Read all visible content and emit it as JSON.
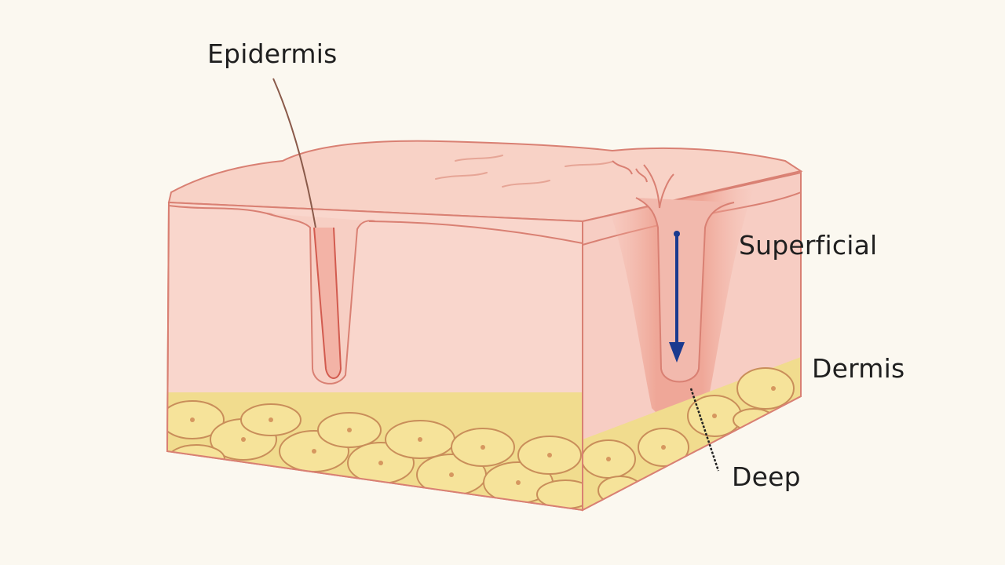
{
  "diagram": {
    "labels": {
      "epidermis": "Epidermis",
      "superficial": "Superficial",
      "dermis": "Dermis",
      "deep": "Deep"
    },
    "colors": {
      "background": "#fbf8f0",
      "skin_front": "#f9d6cc",
      "skin_side": "#f7cdc3",
      "skin_top": "#f8d2c6",
      "outline": "#d98073",
      "wound_red": "#e9907f",
      "fat_yellow": "#f6e39a",
      "fat_outline": "#c98e5a",
      "arrow_blue": "#1a3a8f"
    },
    "icons": {
      "depth_arrow": "down-arrow-icon",
      "fat_cells": "adipose-cell-icon"
    }
  }
}
